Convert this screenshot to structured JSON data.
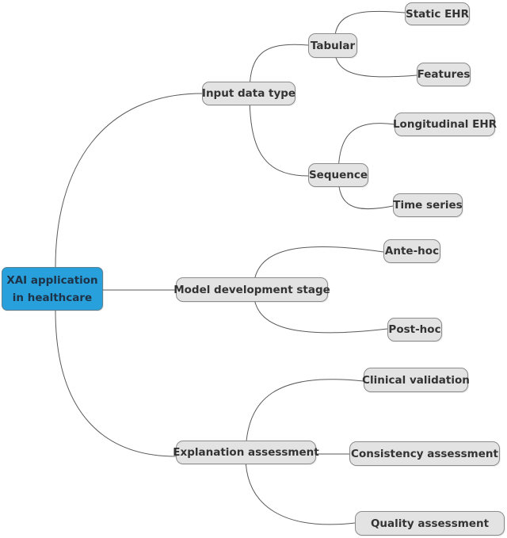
{
  "colors": {
    "root_fill": "#27a0dc",
    "node_fill": "#e3e3e3",
    "edge": "#5a5a5a"
  },
  "root": {
    "line1": "XAI application",
    "line2": "in healthcare"
  },
  "categories": {
    "input": "Input data type",
    "model": "Model development stage",
    "explain": "Explanation assessment"
  },
  "subcategories": {
    "tabular": "Tabular",
    "sequence": "Sequence"
  },
  "leaves": {
    "static_ehr": "Static EHR",
    "features": "Features",
    "longitudinal_ehr": "Longitudinal EHR",
    "time_series": "Time series",
    "ante_hoc": "Ante-hoc",
    "post_hoc": "Post-hoc",
    "clinical_validation": "Clinical validation",
    "consistency_assessment": "Consistency assessment",
    "quality_assessment": "Quality assessment"
  }
}
